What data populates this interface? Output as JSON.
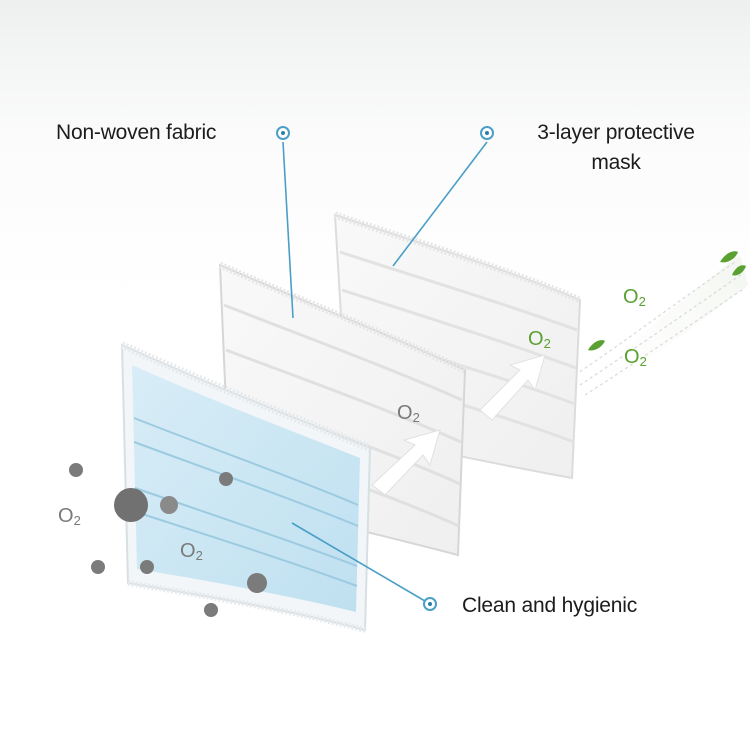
{
  "labels": {
    "non_woven": "Non-woven fabric",
    "three_layer_line1": "3-layer protective",
    "three_layer_line2": "mask",
    "clean": "Clean and hygienic"
  },
  "o2": {
    "letter": "O",
    "sub": "2",
    "gray_instances": 3,
    "green_instances": 3
  },
  "colors": {
    "leader_line": "#4a9fc7",
    "marker": "#2c7fa8",
    "inner_layer": "#cfe7f3",
    "outer_layer": "#f7f7f7",
    "particles": "#7b7b7b",
    "o2_green": "#5aa132",
    "o2_gray": "#7a7a7a",
    "leaf": "#5aa132"
  },
  "icons": [
    "particle-dot",
    "leaf-icon",
    "airflow-arrow-icon",
    "label-marker-icon"
  ]
}
